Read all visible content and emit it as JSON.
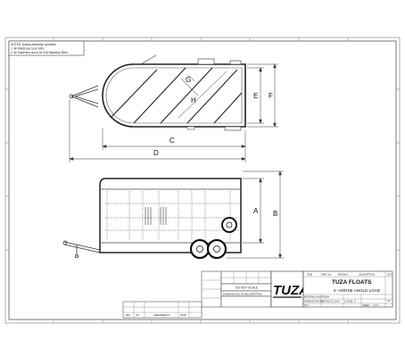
{
  "notes": {
    "line1": "NOTES: Unless otherwise specified",
    "line2": "1. All Welds are to be MIG",
    "line3": "2. All Fasteners are to be 316 Stainless Steel"
  },
  "dimensions": {
    "plan": {
      "c": "C",
      "d": "D",
      "e": "E",
      "f": "F",
      "g": "G",
      "h": "H"
    },
    "side": {
      "a": "A",
      "b": "B"
    }
  },
  "title_block": {
    "company": "TUZA FLOATS",
    "logo_text": "TUZA",
    "description": "4- HORSE ANGLE LOAD",
    "do_not_scale": "DO NOT SCALE",
    "units_note": "DIMENSIONS IN MILLIMETRES",
    "item_header": "ITEM",
    "part_no_header": "PART NO.",
    "original_header": "ORIGINAL",
    "description_header": "DESCRIPTION",
    "qty_header": "QTY",
    "material_label": "MATERIAL AND FINISH",
    "dimensions_label": "DIMENSIONS MM",
    "date_label": "DATE",
    "date_value": "23.11.2012",
    "scale_label": "SCALE",
    "scale_value": "1 : 5",
    "qty_label": "QTY",
    "sheet_label": "SHEET",
    "sheet_value": "1 of 1",
    "size_label": "A3"
  },
  "revision_block": {
    "rev_header": "REV",
    "by_header": "BY",
    "amendments_header": "AMENDMENTS",
    "date_header": "DATE"
  }
}
